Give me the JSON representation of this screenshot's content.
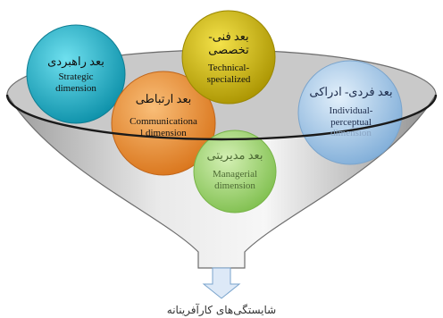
{
  "circles": [
    {
      "id": "strategic",
      "fa": "بعد راهبردی",
      "en": [
        "Strategic",
        "dimension"
      ],
      "color": "#17b9d0"
    },
    {
      "id": "technical",
      "fa": [
        "بعد فنی-",
        "تخصصی"
      ],
      "en": [
        "Technical-",
        "specialized"
      ],
      "color": "#d8c211"
    },
    {
      "id": "communication",
      "fa": "بعد ارتباطی",
      "en": [
        "Communicationa",
        "l dimension"
      ],
      "color": "#f29a3c"
    },
    {
      "id": "managerial",
      "fa": "بعد مدیریتی",
      "en": [
        "Managerial",
        "dimension"
      ],
      "color": "#a8d67a"
    },
    {
      "id": "individual",
      "fa": "بعد فردی- ادراکی",
      "en": [
        "Individual-",
        "perceptual",
        "dimension"
      ],
      "color": "#a8c8e8"
    }
  ],
  "caption": "شایستگی‌های کارآفرینانه"
}
